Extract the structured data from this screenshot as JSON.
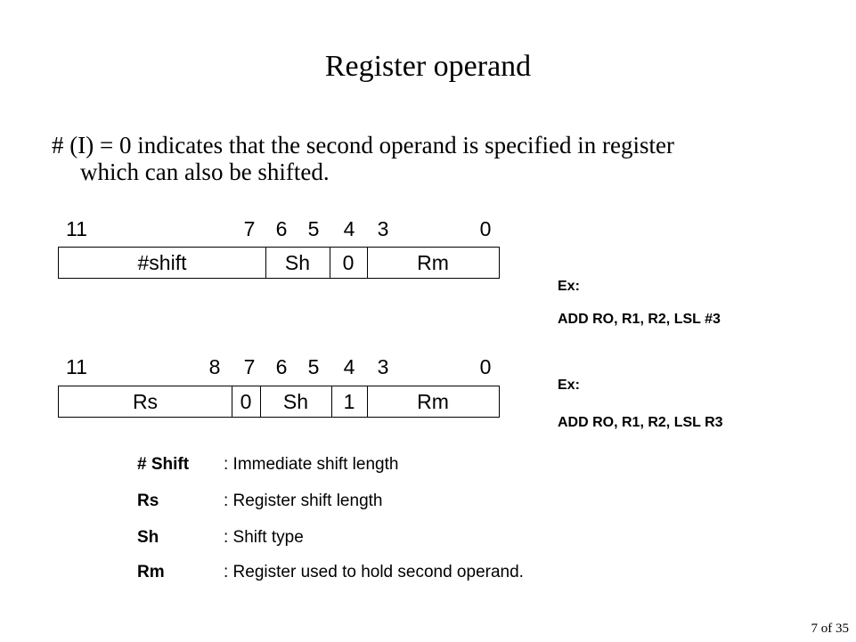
{
  "slide": {
    "title": "Register operand",
    "bullet_line1": "# (I) = 0 indicates that the second operand is specified in register",
    "bullet_line2": "which can also be shifted.",
    "page_number": "7 of 35"
  },
  "diagram1": {
    "bit_numbers": [
      "11",
      "7",
      "6",
      "5",
      "4",
      "3",
      "0"
    ],
    "fields": [
      "#shift",
      "Sh",
      "0",
      "Rm"
    ]
  },
  "diagram2": {
    "bit_numbers": [
      "11",
      "8",
      "7",
      "6",
      "5",
      "4",
      "3",
      "0"
    ],
    "fields": [
      "Rs",
      "0",
      "Sh",
      "1",
      "Rm"
    ]
  },
  "examples": [
    {
      "label": "Ex:",
      "code": "ADD RO, R1, R2, LSL #3"
    },
    {
      "label": "Ex:",
      "code": "ADD RO, R1, R2, LSL R3"
    }
  ],
  "legend": [
    {
      "key": "# Shift",
      "desc": ": Immediate shift length"
    },
    {
      "key": "Rs",
      "desc": ": Register shift length"
    },
    {
      "key": "Sh",
      "desc": ": Shift type"
    },
    {
      "key": "Rm",
      "desc": ": Register used to hold second operand."
    }
  ]
}
